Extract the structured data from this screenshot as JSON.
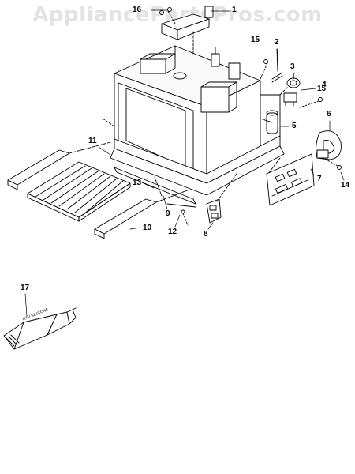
{
  "watermark": "AppliancePartsPros.com",
  "callouts": [
    "1",
    "2",
    "3",
    "4",
    "5",
    "6",
    "7",
    "8",
    "9",
    "10",
    "11",
    "12",
    "13",
    "14",
    "15",
    "15",
    "16",
    "17"
  ],
  "tube_text": "RTV SILICONE",
  "colors": {
    "line": "#000000",
    "watermark": "#e3e3e3",
    "background": "#ffffff"
  }
}
